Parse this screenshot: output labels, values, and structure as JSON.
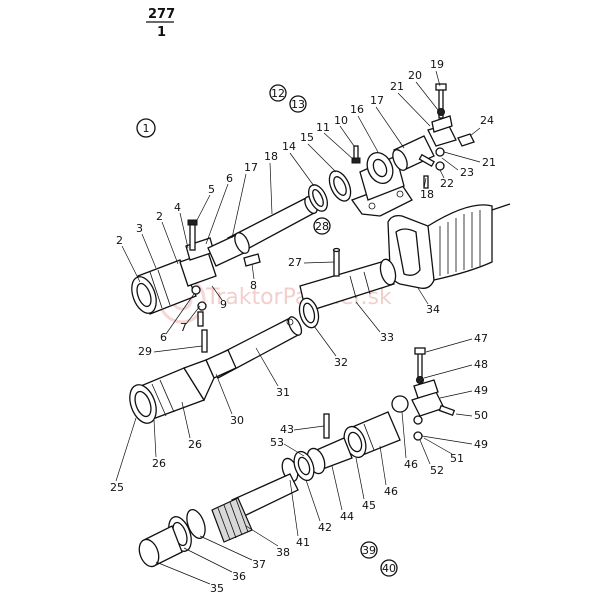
{
  "sheet": {
    "number": "277",
    "sub": "1"
  },
  "watermark": "TraktorPartner.sk",
  "circled": [
    "1",
    "12",
    "13",
    "28",
    "39",
    "40"
  ],
  "parts": [
    "2",
    "2",
    "3",
    "4",
    "5",
    "6",
    "6",
    "7",
    "8",
    "9",
    "10",
    "11",
    "14",
    "15",
    "16",
    "17",
    "17",
    "18",
    "18",
    "19",
    "20",
    "21",
    "21",
    "22",
    "23",
    "24",
    "25",
    "26",
    "26",
    "27",
    "29",
    "30",
    "31",
    "32",
    "33",
    "34",
    "35",
    "36",
    "37",
    "38",
    "41",
    "42",
    "43",
    "44",
    "45",
    "46",
    "46",
    "47",
    "48",
    "49",
    "49",
    "50",
    "51",
    "52",
    "53"
  ]
}
